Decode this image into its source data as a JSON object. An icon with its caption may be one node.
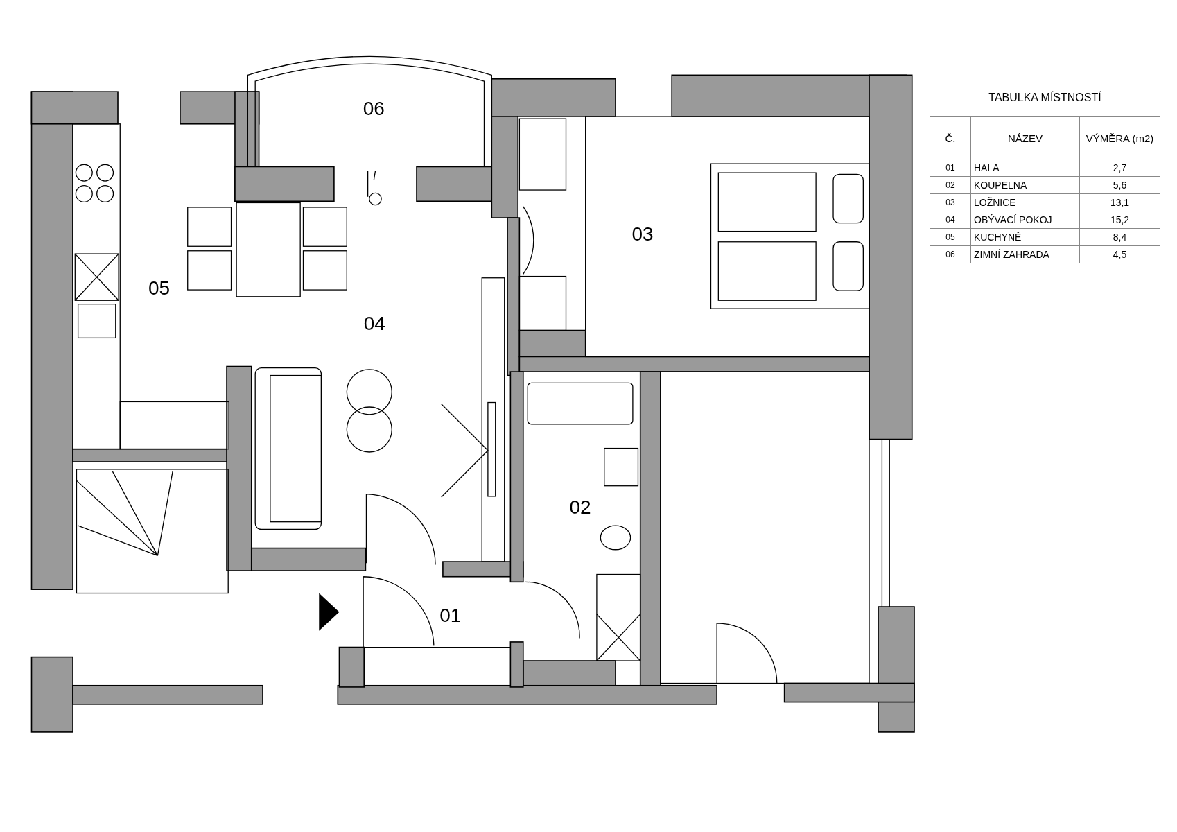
{
  "diagram": {
    "labels": [
      "06",
      "03",
      "05",
      "04",
      "02",
      "01",
      "TABULKA MÍSTNOSTÍ",
      "Č.",
      "NÁZEV",
      "VÝMĚRA (m2)",
      "01",
      "HALA",
      "2,7",
      "02",
      "KOUPELNA",
      "5,6",
      "03",
      "LOŽNICE",
      "13,1",
      "04",
      "OBÝVACÍ POKOJ",
      "15,2",
      "05",
      "KUCHYNĚ",
      "8,4",
      "06",
      "ZIMNÍ ZAHRADA",
      "4,5"
    ]
  }
}
